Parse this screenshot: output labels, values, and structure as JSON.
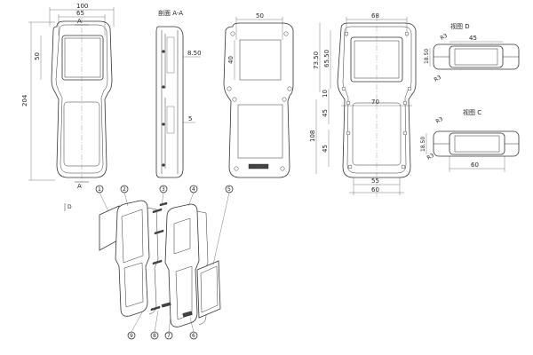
{
  "front_view": {
    "dims": {
      "top_overall": "100",
      "top_inner": "65",
      "left_window": "50",
      "left_height": "204"
    },
    "section_mark": "A"
  },
  "section_view": {
    "title": "剖面 A-A",
    "dim_depth": "8.50",
    "dim_step": "5"
  },
  "back_view": {
    "dim_width": "50",
    "dim_height": "40"
  },
  "right_front_view": {
    "dims": {
      "top_width": "68",
      "left_outer": "73.50",
      "left_inner": "65.50",
      "gap": "10",
      "mid_width": "70",
      "left_45a": "45",
      "left_108": "108",
      "left_45b": "45",
      "bottom_55": "55",
      "bottom_60": "60"
    }
  },
  "view_d": {
    "title": "视图 D",
    "dim_width": "45",
    "dim_height": "18.50",
    "radius_top": "R3",
    "radius_bottom": "R3"
  },
  "view_c": {
    "title": "视图 C",
    "dim_width": "60",
    "dim_height": "18.50",
    "radius_top": "R3",
    "radius_bottom": "R3"
  },
  "direction_mark": "D",
  "callouts": [
    "1",
    "2",
    "3",
    "4",
    "5",
    "6",
    "7",
    "8",
    "9"
  ]
}
